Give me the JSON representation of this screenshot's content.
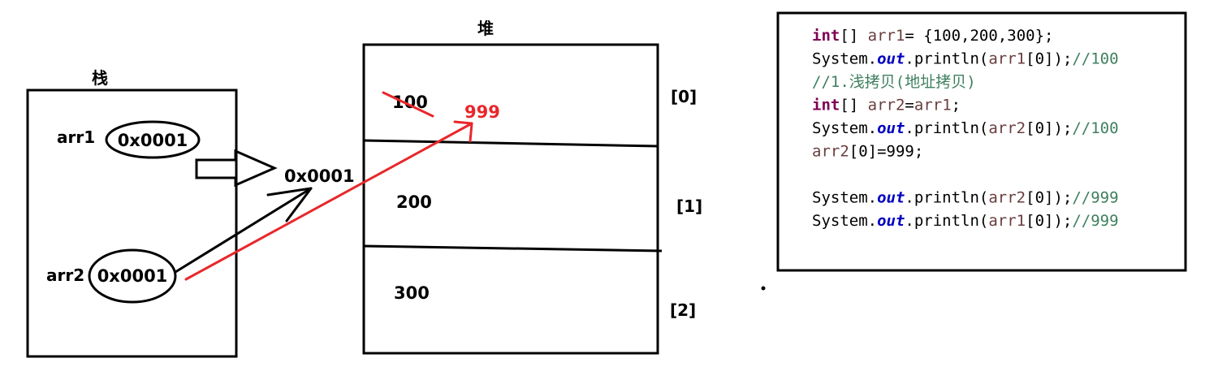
{
  "stack": {
    "title": "栈",
    "arr1_label": "arr1",
    "arr1_value": "0x0001",
    "arr2_label": "arr2",
    "arr2_value": "0x0001"
  },
  "heap": {
    "title": "堆",
    "address": "0x0001",
    "cells": [
      {
        "value": "100",
        "index": "[0]"
      },
      {
        "value": "200",
        "index": "[1]"
      },
      {
        "value": "300",
        "index": "[2]"
      }
    ],
    "new_value": "999"
  },
  "code": {
    "lines": [
      [
        {
          "t": "int",
          "c": "keyword"
        },
        {
          "t": "[] ",
          "c": "plain"
        },
        {
          "t": "arr1",
          "c": "ident"
        },
        {
          "t": "= {100,200,300};",
          "c": "plain"
        }
      ],
      [
        {
          "t": "System.",
          "c": "plain"
        },
        {
          "t": "out",
          "c": "field"
        },
        {
          "t": ".println(",
          "c": "plain"
        },
        {
          "t": "arr1",
          "c": "ident"
        },
        {
          "t": "[0]);",
          "c": "plain"
        },
        {
          "t": "//100",
          "c": "comment"
        }
      ],
      [
        {
          "t": "//1.浅拷贝(地址拷贝)",
          "c": "comment"
        }
      ],
      [
        {
          "t": "int",
          "c": "keyword"
        },
        {
          "t": "[] ",
          "c": "plain"
        },
        {
          "t": "arr2",
          "c": "ident"
        },
        {
          "t": "=",
          "c": "plain"
        },
        {
          "t": "arr1",
          "c": "ident"
        },
        {
          "t": ";",
          "c": "plain"
        }
      ],
      [
        {
          "t": "System.",
          "c": "plain"
        },
        {
          "t": "out",
          "c": "field"
        },
        {
          "t": ".println(",
          "c": "plain"
        },
        {
          "t": "arr2",
          "c": "ident"
        },
        {
          "t": "[0]);",
          "c": "plain"
        },
        {
          "t": "//100",
          "c": "comment"
        }
      ],
      [
        {
          "t": "arr2",
          "c": "ident"
        },
        {
          "t": "[0]=999;",
          "c": "plain"
        }
      ],
      [],
      [
        {
          "t": "System.",
          "c": "plain"
        },
        {
          "t": "out",
          "c": "field"
        },
        {
          "t": ".println(",
          "c": "plain"
        },
        {
          "t": "arr2",
          "c": "ident"
        },
        {
          "t": "[0]);",
          "c": "plain"
        },
        {
          "t": "//999",
          "c": "comment"
        }
      ],
      [
        {
          "t": "System.",
          "c": "plain"
        },
        {
          "t": "out",
          "c": "field"
        },
        {
          "t": ".println(",
          "c": "plain"
        },
        {
          "t": "arr1",
          "c": "ident"
        },
        {
          "t": "[0]);",
          "c": "plain"
        },
        {
          "t": "//999",
          "c": "comment"
        }
      ]
    ],
    "colors": {
      "keyword": "#7f0055",
      "plain": "#000000",
      "ident": "#6a3e3e",
      "field": "#0000c0",
      "comment": "#3f7f5f"
    }
  },
  "colors": {
    "ink": "#000000",
    "highlight": "#e8272b"
  }
}
